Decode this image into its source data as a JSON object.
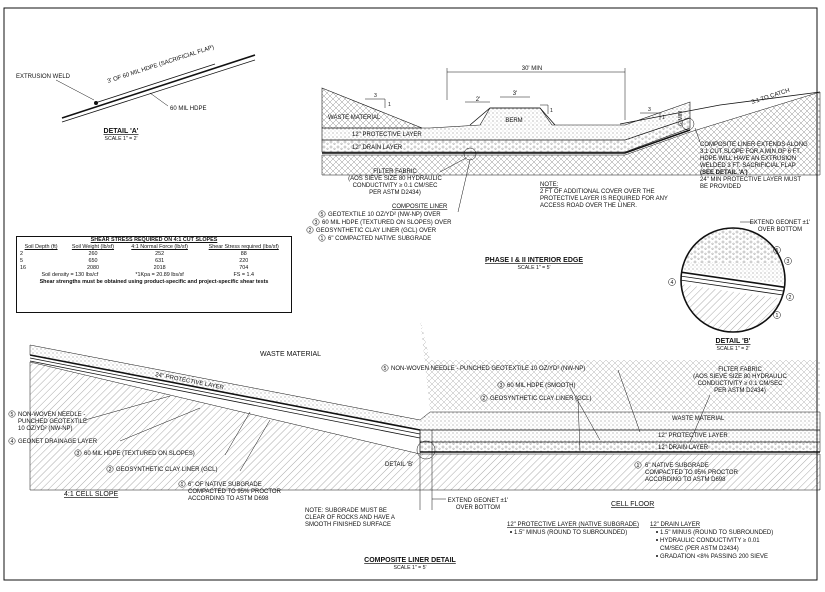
{
  "detail_a": {
    "flap_label": "3' OF 60 MIL HDPE (SACRIFICIAL FLAP)",
    "weld_label": "EXTRUSION WELD",
    "hdpe_label": "60 MIL HDPE",
    "title": "DETAIL 'A'",
    "scale": "SCALE 1\" = 2'"
  },
  "phase_edge": {
    "dim_top": "30' MIN",
    "dim_2": "2'",
    "dim_3": "3'",
    "slope_3": "3",
    "slope_1": "1",
    "berm": "BERM",
    "catch": "3:1 TO CATCH",
    "dim_6min": "6' MIN",
    "waste": "WASTE MATERIAL",
    "protective": "12\" PROTECTIVE LAYER",
    "drain": "12\" DRAIN LAYER",
    "filter": [
      "FILTER FABRIC",
      "(AOS SIEVE SIZE 80 HYDRAULIC",
      "CONDUCTIVITY ≥ 0.1 CM/SEC",
      "PER ASTM D2434)"
    ],
    "composite_title": "COMPOSITE LINER",
    "composite_items": [
      {
        "num": "5",
        "text": "GEOTEXTILE 10 OZ/YD² (NW-NP) OVER"
      },
      {
        "num": "3",
        "text": "60 MIL HDPE (TEXTURED ON SLOPES) OVER"
      },
      {
        "num": "2",
        "text": "GEOSYNTHETIC CLAY LINER (GCL) OVER"
      },
      {
        "num": "1",
        "text": "6\" COMPACTED NATIVE SUBGRADE"
      }
    ],
    "note_title": "NOTE:",
    "note_lines": [
      "2 FT OF ADDITIONAL COVER OVER THE",
      "PROTECTIVE LAYER IS REQUIRED FOR ANY",
      "ACCESS ROAD OVER THE LINER."
    ],
    "right_note": [
      "COMPOSITE LINER EXTENDS ALONG",
      "3:1 CUT SLOPE FOR A MIN OF 6 FT.",
      "HDPE WILL HAVE AN EXTRUSION",
      "WELDED 3 FT. SACRIFICIAL FLAP",
      "(SEE DETAIL 'A')",
      "24\" MIN PROTECTIVE LAYER MUST",
      "BE PROVIDED"
    ],
    "title": "PHASE I & II INTERIOR EDGE",
    "scale": "SCALE 1\" = 5'"
  },
  "shear_table": {
    "title": "SHEAR STRESS REQUIRED ON 4:1 CUT SLOPES",
    "headers": [
      "Soil Depth (ft)",
      "Soil Weight (lb/sf)",
      "4:1 Normal Force (lb/sf)",
      "Shear Stress required (lbs/sf)"
    ],
    "rows": [
      [
        "2",
        "260",
        "252",
        "88"
      ],
      [
        "5",
        "650",
        "631",
        "220"
      ],
      [
        "16",
        "2080",
        "2018",
        "704"
      ]
    ],
    "density": "Soil density = 130 lbs/cf",
    "kpa": "*1Kpa = 20.89 lbs/sf",
    "fs": "FS = 1.4",
    "footnote": "Shear strengths must be obtained using product-specific and project-specific shear tests"
  },
  "detail_b": {
    "extend": [
      "EXTEND GEONET ±1'",
      "OVER BOTTOM"
    ],
    "nums": [
      "5",
      "3",
      "4",
      "2",
      "1"
    ],
    "title": "DETAIL 'B'",
    "scale": "SCALE 1\" = 2'"
  },
  "composite_detail": {
    "waste": "WASTE MATERIAL",
    "protective_24": "24\" PROTECTIVE LAYER",
    "left_labels": [
      {
        "num": "5",
        "lines": [
          "NON-WOVEN NEEDLE -",
          "PUNCHED GEOTEXTILE",
          "10 OZ/YD² (NW-NP)"
        ]
      },
      {
        "num": "4",
        "lines": [
          "GEONET DRAINAGE LAYER"
        ]
      },
      {
        "num": "3",
        "lines": [
          "60 MIL HDPE (TEXTURED ON SLOPES)"
        ]
      },
      {
        "num": "2",
        "lines": [
          "GEOSYNTHETIC CLAY LINER (GCL)"
        ]
      },
      {
        "num": "1",
        "lines": [
          "6\" OF NATIVE SUBGRADE",
          "COMPACTED TO 95% PROCTOR",
          "ACCORDING TO ASTM D698"
        ]
      }
    ],
    "top_labels": [
      {
        "num": "5",
        "text": "NON-WOVEN NEEDLE - PUNCHED GEOTEXTILE 10 OZ/YD² (NW-NP)"
      },
      {
        "num": "3",
        "text": "60 MIL HDPE (SMOOTH)"
      },
      {
        "num": "2",
        "text": "GEOSYNTHETIC CLAY LINER (GCL)"
      }
    ],
    "filter": [
      "FILTER FABRIC",
      "(AOS SIEVE SIZE 80 HYDRAULIC",
      "CONDUCTIVITY ≥ 0.1 CM/SEC",
      "PER ASTM D2434)"
    ],
    "waste_right": "WASTE MATERIAL",
    "protective_right": "12\" PROTECTIVE LAYER",
    "drain_right": "12\" DRAIN LAYER",
    "subgrade_right": {
      "num": "1",
      "lines": [
        "6\" NATIVE SUBGRADE",
        "COMPACTED TO 95% PROCTOR",
        "ACCORDING TO ASTM D698"
      ]
    },
    "detail_b_ref": "DETAIL 'B'",
    "extend": [
      "EXTEND GEONET ±1'",
      "OVER BOTTOM"
    ],
    "cell_slope": "4:1 CELL SLOPE",
    "cell_floor": "CELL FLOOR",
    "note": [
      "NOTE: SUBGRADE MUST BE",
      "CLEAR OF ROCKS AND HAVE A",
      "SMOOTH FINISHED SURFACE"
    ],
    "prot_native_title": "12\" PROTECTIVE LAYER (NATIVE SUBGRADE)",
    "prot_native_items": [
      "1.5\" MINUS (ROUND TO SUBROUNDED)"
    ],
    "drain_title": "12\" DRAIN LAYER",
    "drain_items": [
      "1.5\" MINUS (ROUND TO SUBROUNDED)",
      "HYDRAULIC CONDUCTIVITY ≥ 0.01",
      "CM/SEC (PER ASTM D2434)",
      "GRADATION <8% PASSING 200 SIEVE"
    ],
    "title": "COMPOSITE LINER DETAIL",
    "scale": "SCALE 1\" = 5'"
  }
}
